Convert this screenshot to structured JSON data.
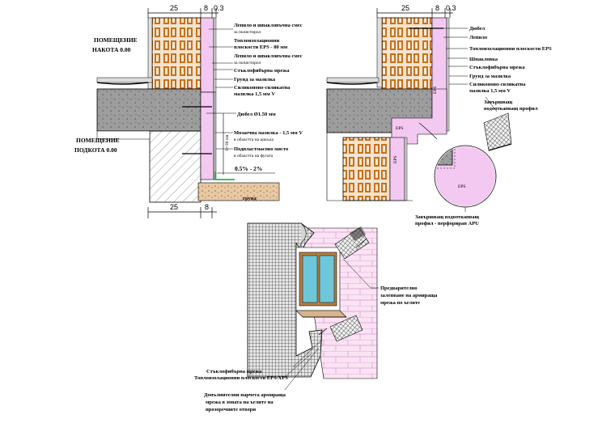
{
  "left_detail": {
    "dimensions": {
      "top_brick": "25",
      "top_insul": "8",
      "top_plaster": "0.3",
      "bottom_brick": "25",
      "bottom_insul": "8",
      "vertical_zone": "h=30 cm"
    },
    "room_upper": {
      "line1": "ПОМЕЩЕНИЕ",
      "line2": "НАКОТА 0.00"
    },
    "room_lower": {
      "line1": "ПОМЕЩЕНИЕ",
      "line2": "ПОДКОТА 0.00"
    },
    "labels": [
      "Лепило и шпакловъчна смес",
      "за полистирол",
      "Топлоизолационни",
      "плоскости EPS - 80 мм",
      "Лепило и шпакловъчна смес",
      "за полистирол",
      "Стъклофибърна мрежа",
      "Грунд за мазилка",
      "Силиконово-силикатна",
      "мазилка 1,5 мм V",
      "Дюбел Ø1.50 мм",
      "Мозаечна мазилка - 1,5 мм V",
      "в областта на цокъла",
      "Подпластмасово място",
      "в областта на фугата",
      "0.5% - 2%",
      "грунд"
    ]
  },
  "right_detail": {
    "dimensions": {
      "top_brick": "25",
      "top_insul": "8",
      "top_plaster": "0.3"
    },
    "eps_tags": [
      "EPS",
      "EPS",
      "EPS",
      "EPS"
    ],
    "labels": [
      "Дюбел",
      "Лепило",
      "Топлоизолационни плоскости EPS",
      "Шпакловка",
      "Стъклофибърна мрежа",
      "Грунд за мазилка",
      "Силиконово-силикатна",
      "мазилка 1,5 мм V",
      "Завършващ",
      "водооткапващ профил",
      "Завършващ водооткапващ",
      "профил - перфориран APU"
    ]
  },
  "bottom_detail": {
    "labels": [
      "Предварително",
      "залепване на армираща",
      "мрежа по ъглите",
      "Стъклофибърна мрежа",
      "Топлоизолационни плоскости EPS/XPS",
      "Допълнителни парчета армираща",
      "мрежа в зоната на ъглите на",
      "прозоречните отвори"
    ]
  },
  "colors": {
    "insulation": "#f3c8f1",
    "brick": "#c9701c",
    "concrete": "#9d9d9d",
    "mesh": "#5f5f5f",
    "window": "#6ec7d8",
    "frame": "#b87e42",
    "soil": "#e8c9a3"
  }
}
